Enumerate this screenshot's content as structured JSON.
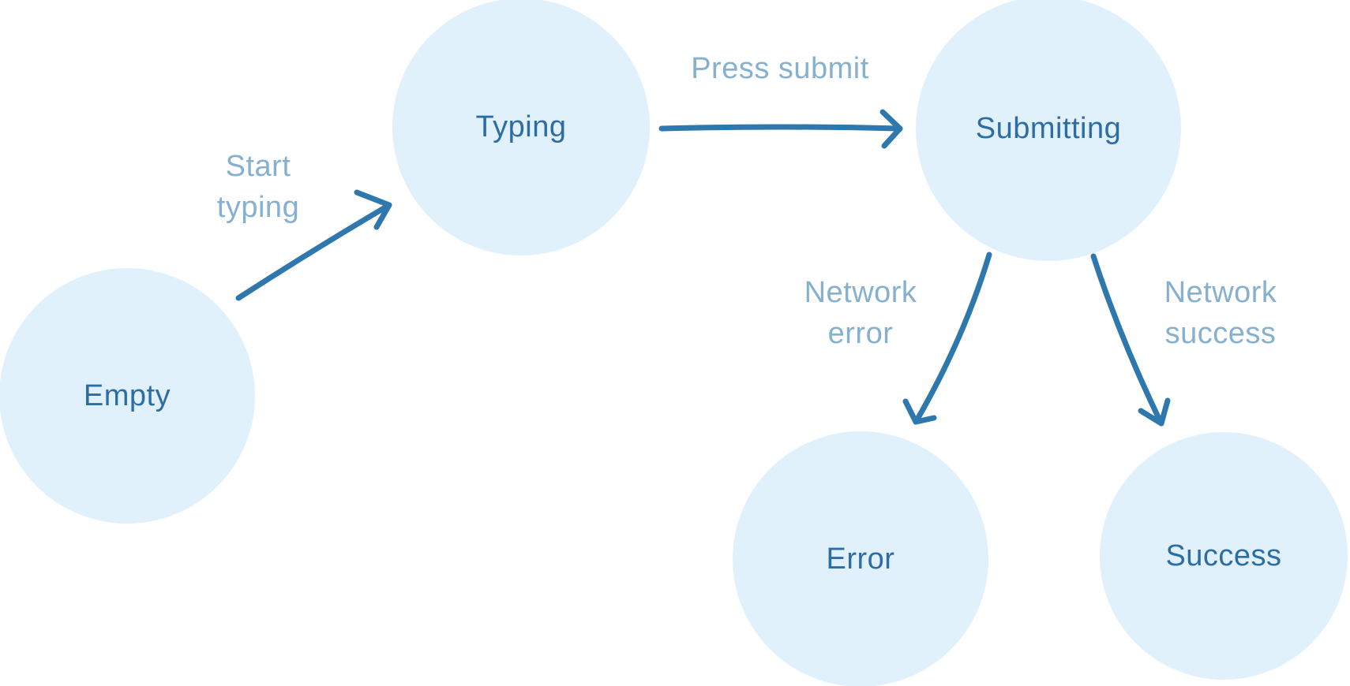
{
  "diagram": {
    "type": "state-machine",
    "nodes": [
      {
        "id": "empty",
        "label": "Empty"
      },
      {
        "id": "typing",
        "label": "Typing"
      },
      {
        "id": "submitting",
        "label": "Submitting"
      },
      {
        "id": "error",
        "label": "Error"
      },
      {
        "id": "success",
        "label": "Success"
      }
    ],
    "edges": [
      {
        "from": "empty",
        "to": "typing",
        "label": "Start typing"
      },
      {
        "from": "typing",
        "to": "submitting",
        "label": "Press submit"
      },
      {
        "from": "submitting",
        "to": "error",
        "label": "Network error"
      },
      {
        "from": "submitting",
        "to": "success",
        "label": "Network success"
      }
    ],
    "colors": {
      "node_fill": "#e1f1fc",
      "node_text": "#2c6da3",
      "arrow": "#2e78ad",
      "edge_label": "#2e78ad"
    }
  }
}
